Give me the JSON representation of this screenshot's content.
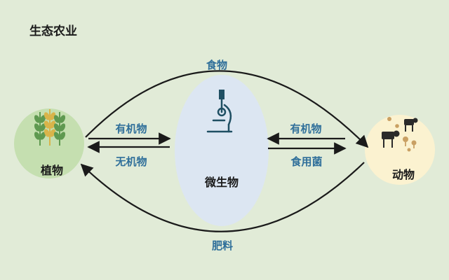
{
  "title": "生态农业",
  "nodes": {
    "plant": {
      "label": "植物",
      "fill": "#c5dfb0"
    },
    "microbe": {
      "label": "微生物",
      "fill": "#dce6f2"
    },
    "animal": {
      "label": "动物",
      "fill": "#fbf2d0"
    }
  },
  "edges": {
    "top_arc": "食物",
    "bottom_arc": "肥料",
    "plant_to_microbe": "有机物",
    "microbe_to_plant": "无机物",
    "animal_to_microbe": "有机物",
    "microbe_to_animal": "食用菌"
  },
  "colors": {
    "background": "#e1ebd7",
    "arrow": "#1a1a1a",
    "edge_label": "#2f6f9a",
    "icon": "#1f4f63",
    "wheat": "#5f9950",
    "wheat_gold": "#d9b44a"
  },
  "icons": {
    "plant": "wheat-icon",
    "microbe": "microscope-icon",
    "animal": "livestock-icon"
  }
}
